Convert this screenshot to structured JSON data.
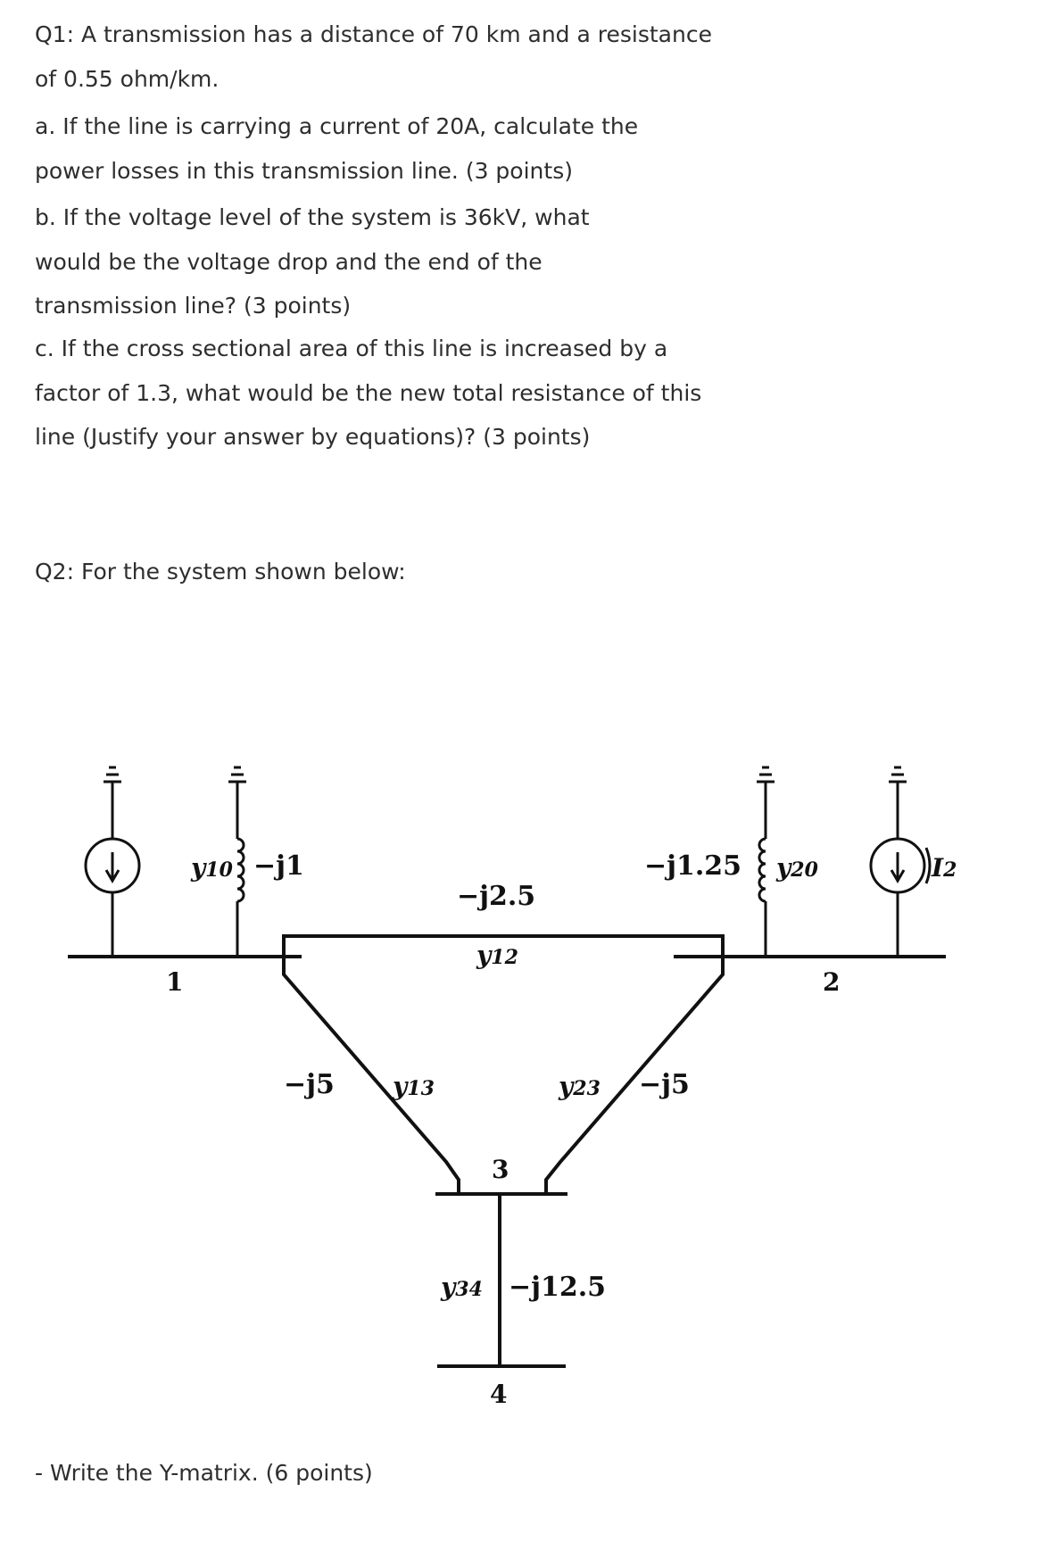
{
  "q1": {
    "intro": "Q1: A transmission has a distance of 70 km and a resistance of 0.55 ohm/km.",
    "a": "a. If the line is carrying a current of 20A, calculate the power losses in this transmission line. (3 points)",
    "b": "b. If the voltage level of the system is 36kV, what would be the voltage drop and the end of the transmission line? (3 points)",
    "c": "c. If the cross sectional area of this line is increased by a factor of 1.3, what would be the new total resistance of this line (Justify your answer by equations)? (3 points)"
  },
  "q2": {
    "intro": "Q2: For the system shown below:",
    "task": "- Write the Y-matrix. (6 points)"
  },
  "diagram": {
    "buses": [
      "1",
      "2",
      "3",
      "4"
    ],
    "y10": {
      "name": "y",
      "sub": "10",
      "value": "−j1"
    },
    "y20": {
      "name": "y",
      "sub": "20",
      "value": "−j1.25"
    },
    "y12": {
      "name": "y",
      "sub": "12",
      "value": "−j2.5"
    },
    "y13": {
      "name": "y",
      "sub": "13",
      "value": "−j5"
    },
    "y23": {
      "name": "y",
      "sub": "23",
      "value": "−j5"
    },
    "y34": {
      "name": "y",
      "sub": "34",
      "value": "−j12.5"
    },
    "current_source_2": {
      "name": "I",
      "sub": "2"
    }
  }
}
